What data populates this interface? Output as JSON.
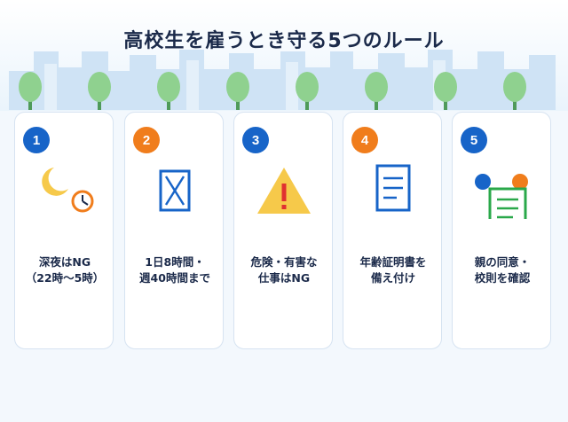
{
  "title": "高校生を雇うとき守る5つのルール",
  "rules": [
    {
      "number": "1",
      "line1": "深夜はNG",
      "line2": "（22時〜5時）",
      "icon": "moon-clock-icon",
      "color": "#1764c8"
    },
    {
      "number": "2",
      "line1": "1日8時間・",
      "line2": "週40時間まで",
      "icon": "calendar-x-icon",
      "color": "#f07d1c"
    },
    {
      "number": "3",
      "line1": "危険・有害な",
      "line2": "仕事はNG",
      "icon": "warning-icon",
      "color": "#1764c8"
    },
    {
      "number": "4",
      "line1": "年齢証明書を",
      "line2": "備え付け",
      "icon": "document-icon",
      "color": "#f07d1c"
    },
    {
      "number": "5",
      "line1": "親の同意・",
      "line2": "校則を確認",
      "icon": "consent-form-icon",
      "color": "#1764c8"
    }
  ],
  "colors": {
    "blue": "#1764c8",
    "orange": "#f07d1c",
    "yellow": "#f6c94a",
    "green": "#2aa84a",
    "tree": "#8fd18f"
  }
}
